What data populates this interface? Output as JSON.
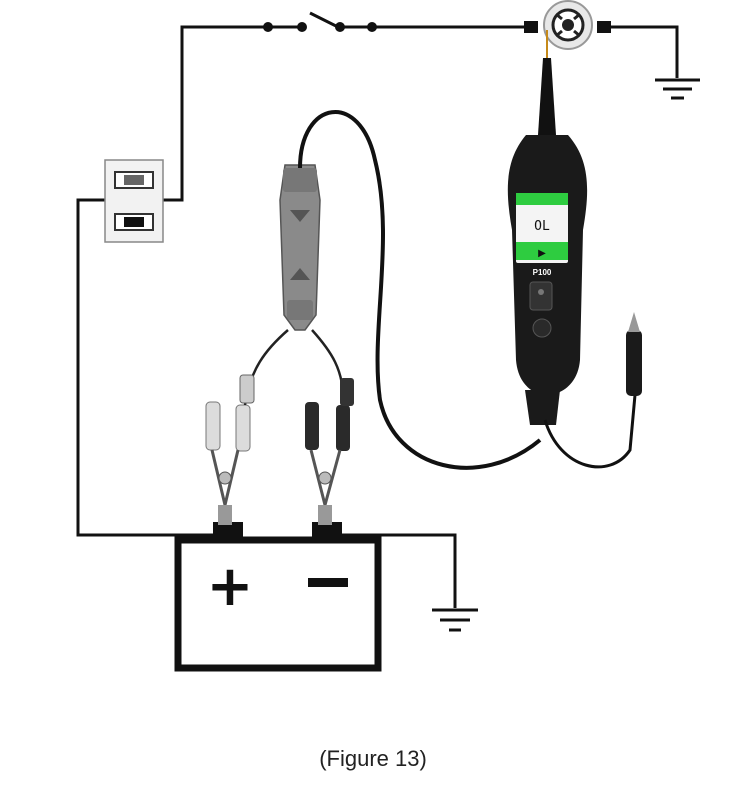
{
  "caption": "(Figure 13)",
  "battery": {
    "positive_symbol": "+",
    "negative_symbol": "−"
  },
  "tester": {
    "display_reading": "OL",
    "model_label": "P100",
    "play_symbol": "▶"
  },
  "icons": [
    "battery-icon",
    "ground-symbol-icon",
    "switch-icon",
    "bulb-icon",
    "fuse-icon",
    "alligator-clip-icon",
    "power-probe-icon"
  ],
  "colors": {
    "wire": "#111111",
    "tester_body": "#1a1a1a",
    "screen_green": "#2ecc40",
    "clip_red": "#d9d9d9",
    "clip_black": "#2a2a2a"
  }
}
